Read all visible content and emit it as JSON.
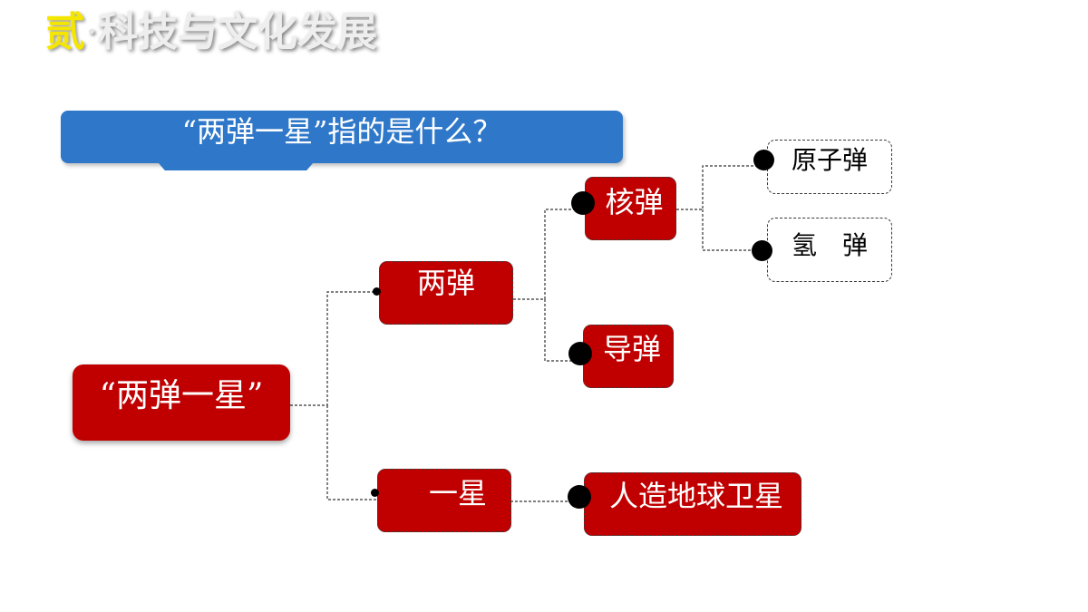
{
  "header": {
    "number": "贰",
    "separator": "·",
    "title": "科技与文化发展"
  },
  "question": "“两弹一星”指的是什么？",
  "tree": {
    "root": "“两弹一星”",
    "branch_liangdan": "两弹",
    "branch_yixing": "一星",
    "hedan": "核弹",
    "daodan": "导弹",
    "yuanzidan": "原子弹",
    "qingdan": "氢　弹",
    "weixing": "人造地球卫星"
  },
  "colors": {
    "node_fill": "#c00000",
    "banner_fill": "#2f78c9",
    "number_color": "#f5e600",
    "leaf_fill": "#ffffff"
  }
}
